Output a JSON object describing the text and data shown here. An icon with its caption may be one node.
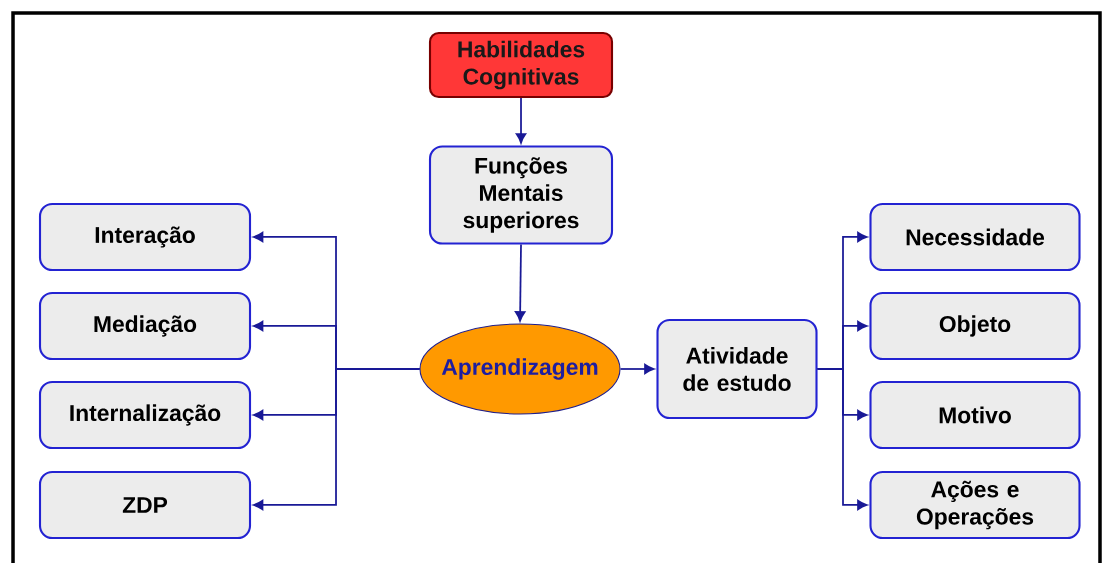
{
  "diagram": {
    "nodes": [
      {
        "text": [
          "Habilidades Cognitivas"
        ]
      },
      {
        "text": [
          "Funções Mentais superiores"
        ]
      },
      {
        "text": [
          "Aprendizagem"
        ]
      },
      {
        "text": [
          "Atividade de estudo"
        ]
      },
      {
        "text": [
          "Interação"
        ]
      },
      {
        "text": [
          "Mediação"
        ]
      },
      {
        "text": [
          "Internalização"
        ]
      },
      {
        "text": [
          "ZDP"
        ]
      },
      {
        "text": [
          "Necessidade"
        ]
      },
      {
        "text": [
          "Objeto"
        ]
      },
      {
        "text": [
          "Motivo"
        ]
      },
      {
        "text": [
          "Ações e Operações"
        ]
      }
    ],
    "edges": [
      {
        "from": 0,
        "to": 1,
        "arrow": "to"
      },
      {
        "from": 1,
        "to": 2,
        "arrow": "to"
      },
      {
        "from": 2,
        "to": 3,
        "arrow": "to"
      },
      {
        "from": 2,
        "to": 4,
        "arrow": "to"
      },
      {
        "from": 2,
        "to": 5,
        "arrow": "to"
      },
      {
        "from": 2,
        "to": 6,
        "arrow": "to"
      },
      {
        "from": 2,
        "to": 7,
        "arrow": "to"
      },
      {
        "from": 3,
        "to": 8,
        "arrow": "to"
      },
      {
        "from": 3,
        "to": 9,
        "arrow": "to"
      },
      {
        "from": 3,
        "to": 10,
        "arrow": "to"
      },
      {
        "from": 3,
        "to": 11,
        "arrow": "to"
      }
    ]
  }
}
